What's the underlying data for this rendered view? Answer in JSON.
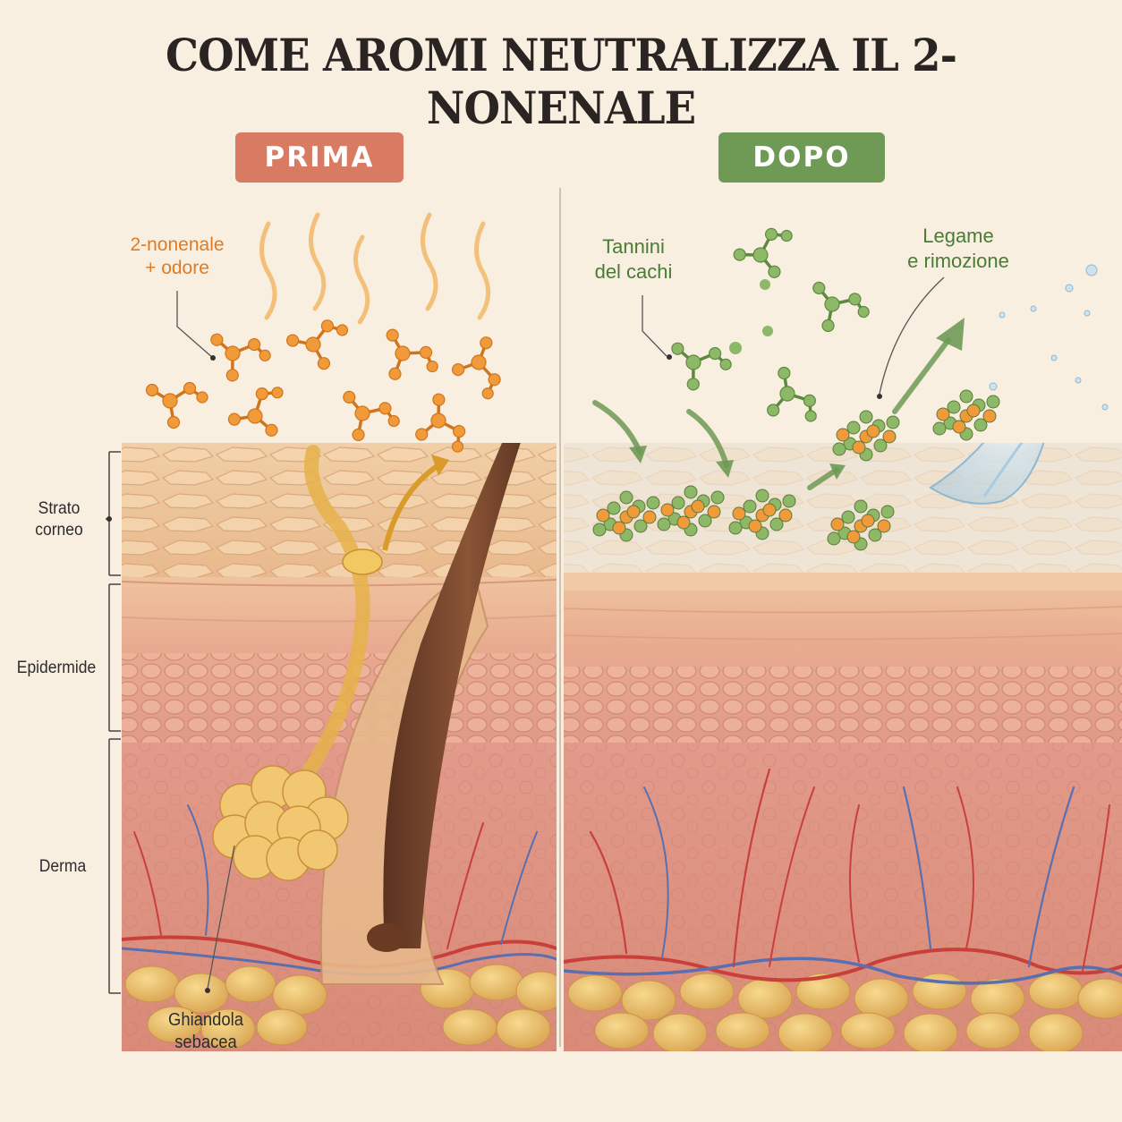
{
  "title": "COME AROMI NEUTRALIZZA IL 2-NONENALE",
  "panels": {
    "before": {
      "label": "PRIMA",
      "color": "#d97a62"
    },
    "after": {
      "label": "DOPO",
      "color": "#6e9a55"
    }
  },
  "layers": {
    "stratum": "Strato\ncorneo",
    "epidermis": "Epidermide",
    "dermis": "Derma"
  },
  "annotations": {
    "nonenal": "2-nonenale\n+ odore",
    "gland": "Ghiandola\nsebacea",
    "tannins": "Tannini\ndel cachi",
    "binding": "Legame\ne rimozione"
  },
  "icons": {
    "odor": "wavy-odor-lines",
    "molecule_bad": "orange-molecule",
    "molecule_good": "green-tannin-molecule",
    "complex": "bound-complex",
    "water": "water-splash",
    "arrow": "curved-arrow"
  }
}
